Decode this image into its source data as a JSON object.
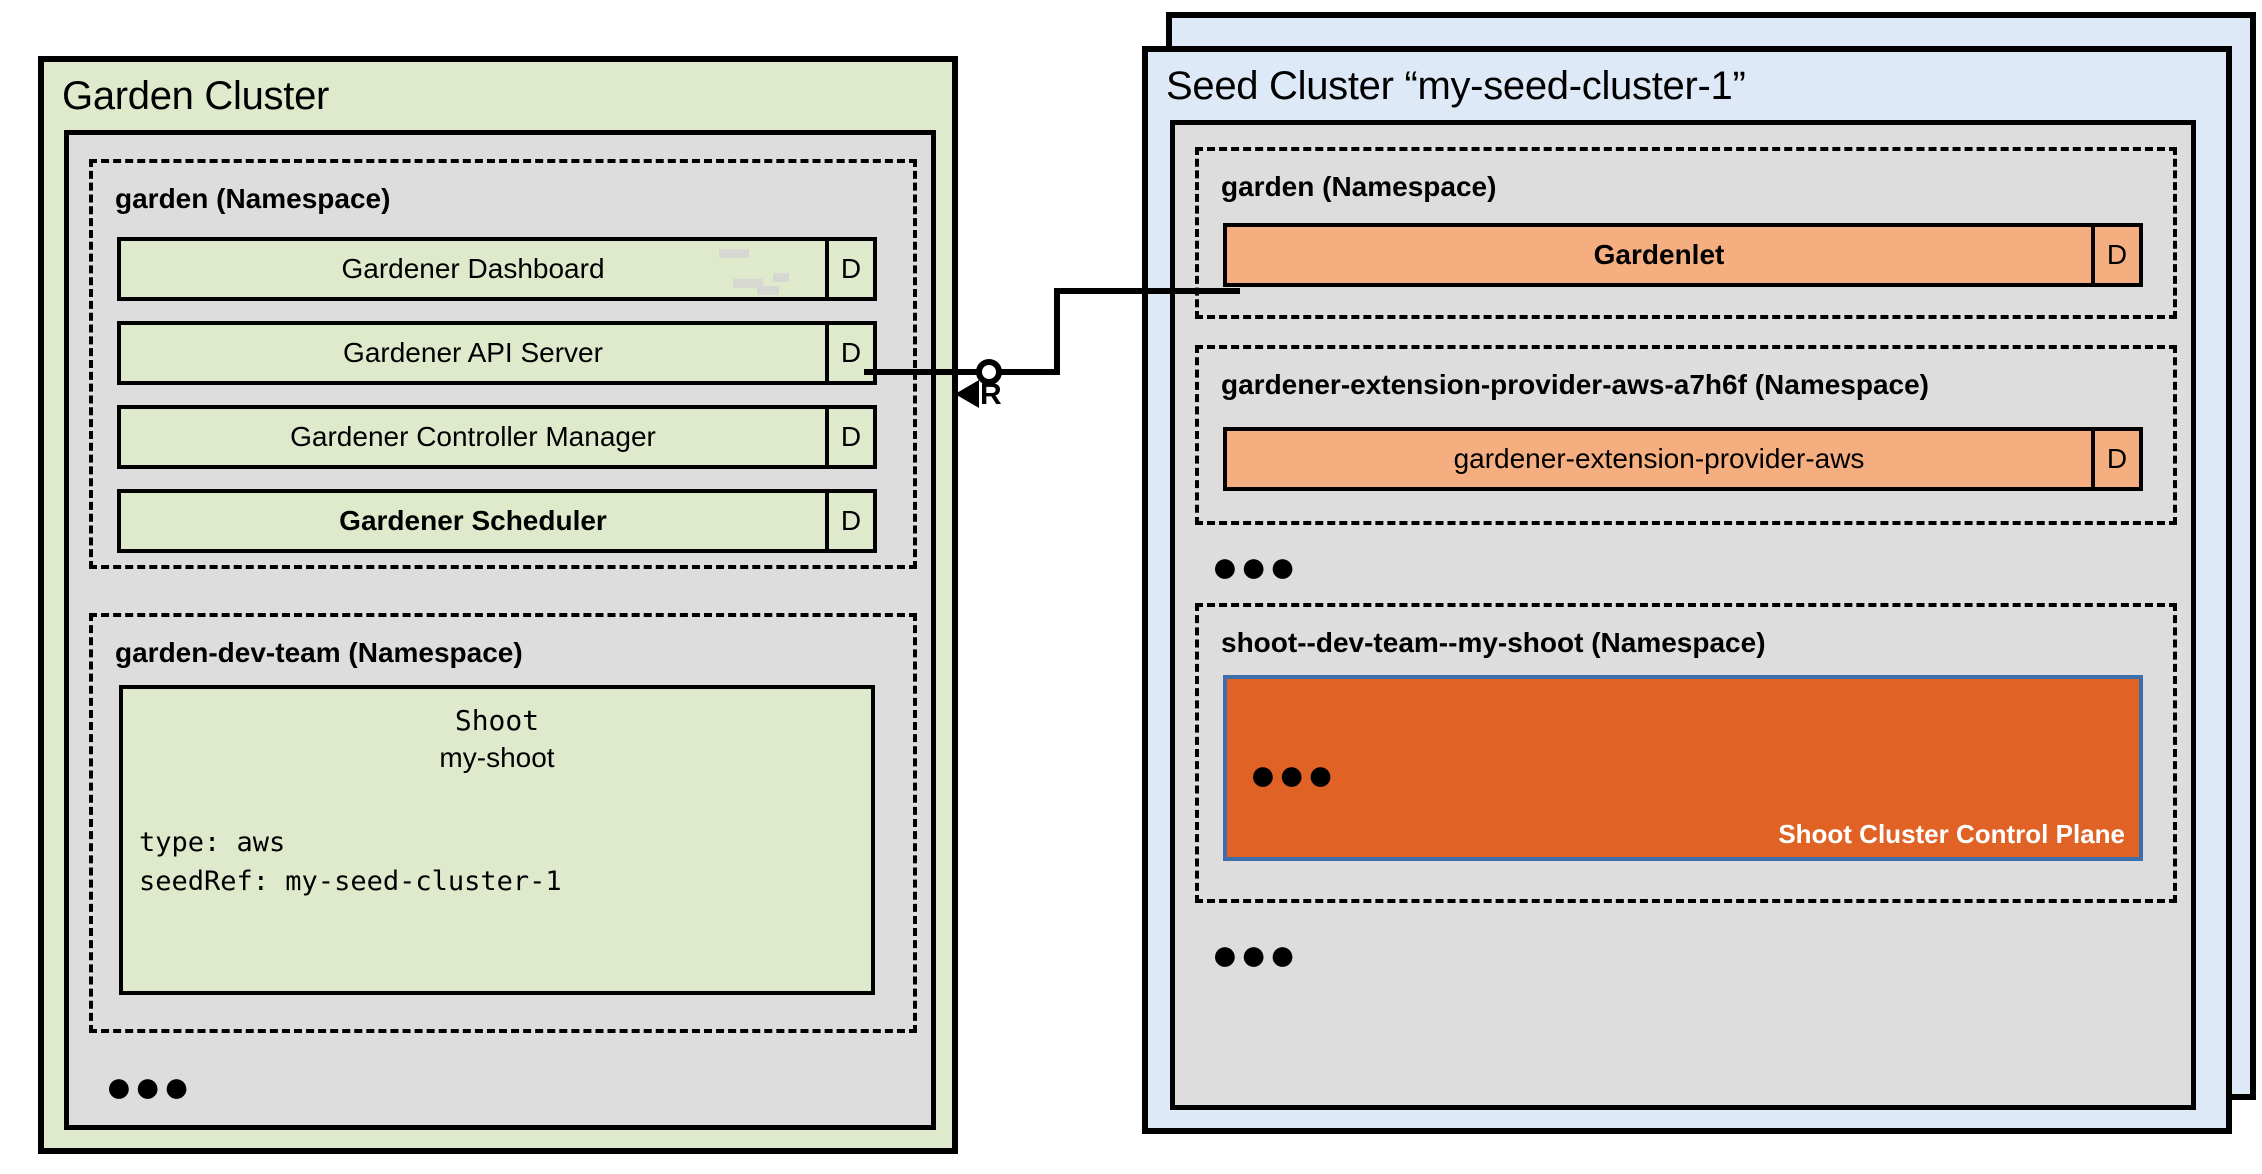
{
  "diagram": {
    "title": "Gardener Garden Cluster and Seed Cluster architecture",
    "type": "architecture-diagram"
  },
  "garden_cluster": {
    "title": "Garden Cluster",
    "namespaces": [
      {
        "title": "garden (Namespace)",
        "components": [
          {
            "label": "Gardener Dashboard",
            "badge": "D",
            "bold": false
          },
          {
            "label": "Gardener API Server",
            "badge": "D",
            "bold": false
          },
          {
            "label": "Gardener Controller Manager",
            "badge": "D",
            "bold": false
          },
          {
            "label": "Gardener Scheduler",
            "badge": "D",
            "bold": true
          }
        ]
      },
      {
        "title": "garden-dev-team (Namespace)",
        "shoot": {
          "kind": "Shoot",
          "name": "my-shoot",
          "spec_lines": [
            "type: aws",
            "seedRef: my-seed-cluster-1"
          ]
        }
      }
    ],
    "more_indicator": "●●●"
  },
  "seed_cluster": {
    "title": "Seed Cluster “my-seed-cluster-1”",
    "namespaces": [
      {
        "title": "garden (Namespace)",
        "components": [
          {
            "label": "Gardenlet",
            "badge": "D",
            "bold": true
          }
        ]
      },
      {
        "title": "gardener-extension-provider-aws-a7h6f (Namespace)",
        "components": [
          {
            "label": "gardener-extension-provider-aws",
            "badge": "D",
            "bold": false
          }
        ]
      },
      {
        "title": "shoot--dev-team--my-shoot (Namespace)",
        "control_plane": {
          "label": "Shoot Cluster Control Plane",
          "more_indicator": "●●●"
        }
      }
    ],
    "more_indicator_mid": "●●●",
    "more_indicator_bottom": "●●●"
  },
  "connector": {
    "letter": "R",
    "from": "Gardener API Server",
    "to": "Gardenlet"
  },
  "colors": {
    "garden_cluster_fill": "#dfeacd",
    "seed_cluster_fill": "#dde9f6",
    "namespace_body_fill": "#dddddd",
    "component_green": "#dfeacd",
    "component_orange": "#f4ae80",
    "control_plane_fill": "#e06225",
    "control_plane_border": "#3d6daa",
    "outline": "#000000"
  }
}
